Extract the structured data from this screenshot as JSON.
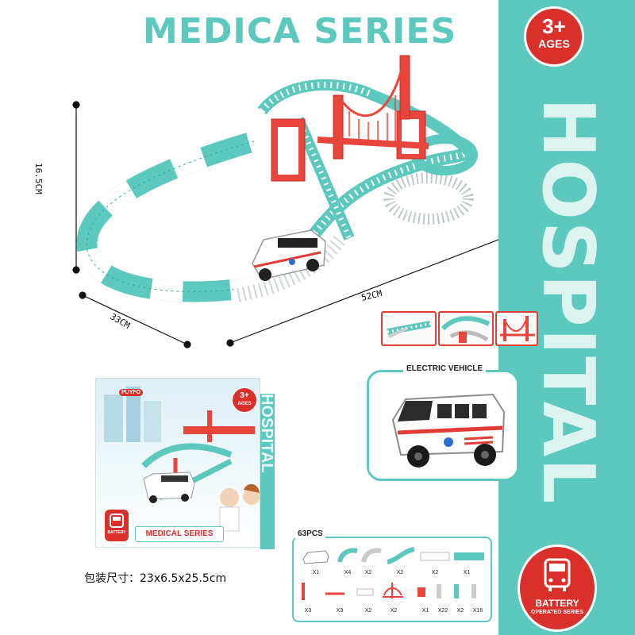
{
  "header": {
    "title": "MEDICA SERIES"
  },
  "age_badge": {
    "plus": "3+",
    "word": "AGES"
  },
  "side_band": {
    "text": "HOSPITAL"
  },
  "dimensions": {
    "height": "16.5CM",
    "depth": "33CM",
    "length": "52CM"
  },
  "electric_vehicle": {
    "label": "ELECTRIC VEHICLE"
  },
  "package": {
    "logo": "PUYFO",
    "age_plus": "3+",
    "age_word": "AGES",
    "side_text": "HOSPITAL",
    "series_banner": "MEDICAL SERIES",
    "battery_label": "BATTERY",
    "size_text": "包装尺寸：23x6.5x25.5cm"
  },
  "parts": {
    "count_label": "63PCS",
    "row1_qty": [
      "X1",
      "X4",
      "X2",
      "X2",
      "X2",
      "X1"
    ],
    "row2_qty": [
      "X3",
      "X3",
      "X2",
      "X2",
      "X1",
      "X22",
      "X2",
      "X16"
    ]
  },
  "battery_badge": {
    "title": "BATTERY",
    "subtitle": "OPERATED SERIES"
  },
  "colors": {
    "teal": "#5cc8be",
    "red": "#d9302b",
    "white": "#ffffff"
  }
}
